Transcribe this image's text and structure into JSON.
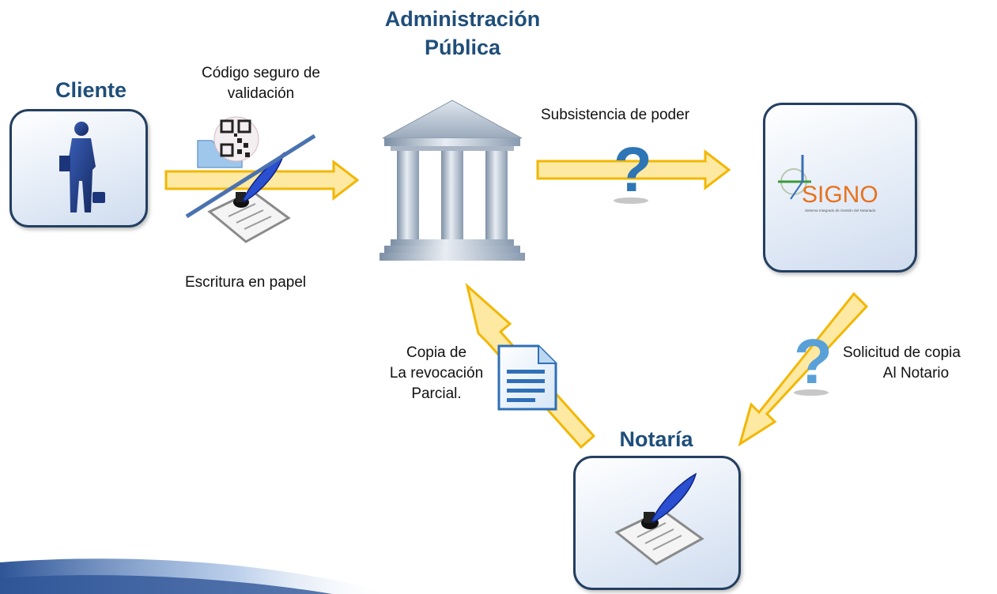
{
  "nodes": {
    "cliente": "Cliente",
    "administracion": [
      "Administración",
      "Pública"
    ],
    "notaria": "Notaría"
  },
  "labels": {
    "codigo": [
      "Código seguro de",
      "validación"
    ],
    "escritura": "Escritura en papel",
    "subsistencia": "Subsistencia de poder",
    "solicitud": [
      "Solicitud de copia",
      "Al Notario"
    ],
    "copia": [
      "Copia de",
      "La revocación",
      "Parcial."
    ]
  },
  "signo": {
    "logo_text": "SIGNO",
    "tagline": "Sistema Integrado de Gestión del Notariado"
  },
  "icons": {
    "person": "businessman-silhouette-icon",
    "building": "government-building-icon",
    "question": "question-mark-icon",
    "document": "document-icon",
    "deed": "signed-deed-quill-icon",
    "qr": "qr-code-icon",
    "folder": "folder-icon"
  },
  "colors": {
    "heading": "#1f4e79",
    "box_border": "#243f60",
    "arrow_fill": "#fde9a2",
    "arrow_stroke": "#f2b705",
    "question": "#2e75b6",
    "signo_orange": "#e8711c"
  }
}
